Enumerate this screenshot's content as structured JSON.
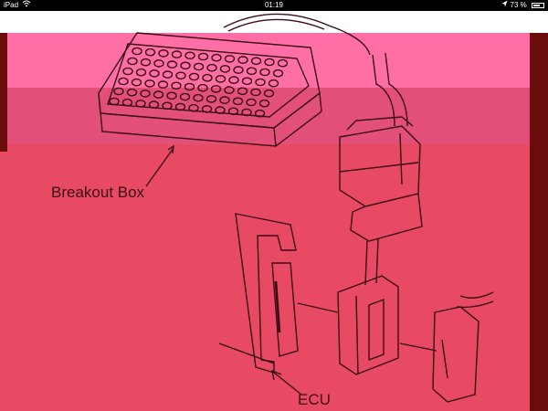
{
  "status_bar": {
    "device": "iPad",
    "time": "01:19",
    "battery_text": "73 %",
    "battery_level": 0.73
  },
  "figure": {
    "caption_breakout": "Breakout Box",
    "caption_ecu": "ECU"
  },
  "colors": {
    "background": "#e84a64",
    "band_pink": "#ff6fa6",
    "band_white": "#ffffff",
    "band_mid": "#e24f78",
    "edge_dark": "#6a0c0c",
    "line": "#3a0d14"
  }
}
